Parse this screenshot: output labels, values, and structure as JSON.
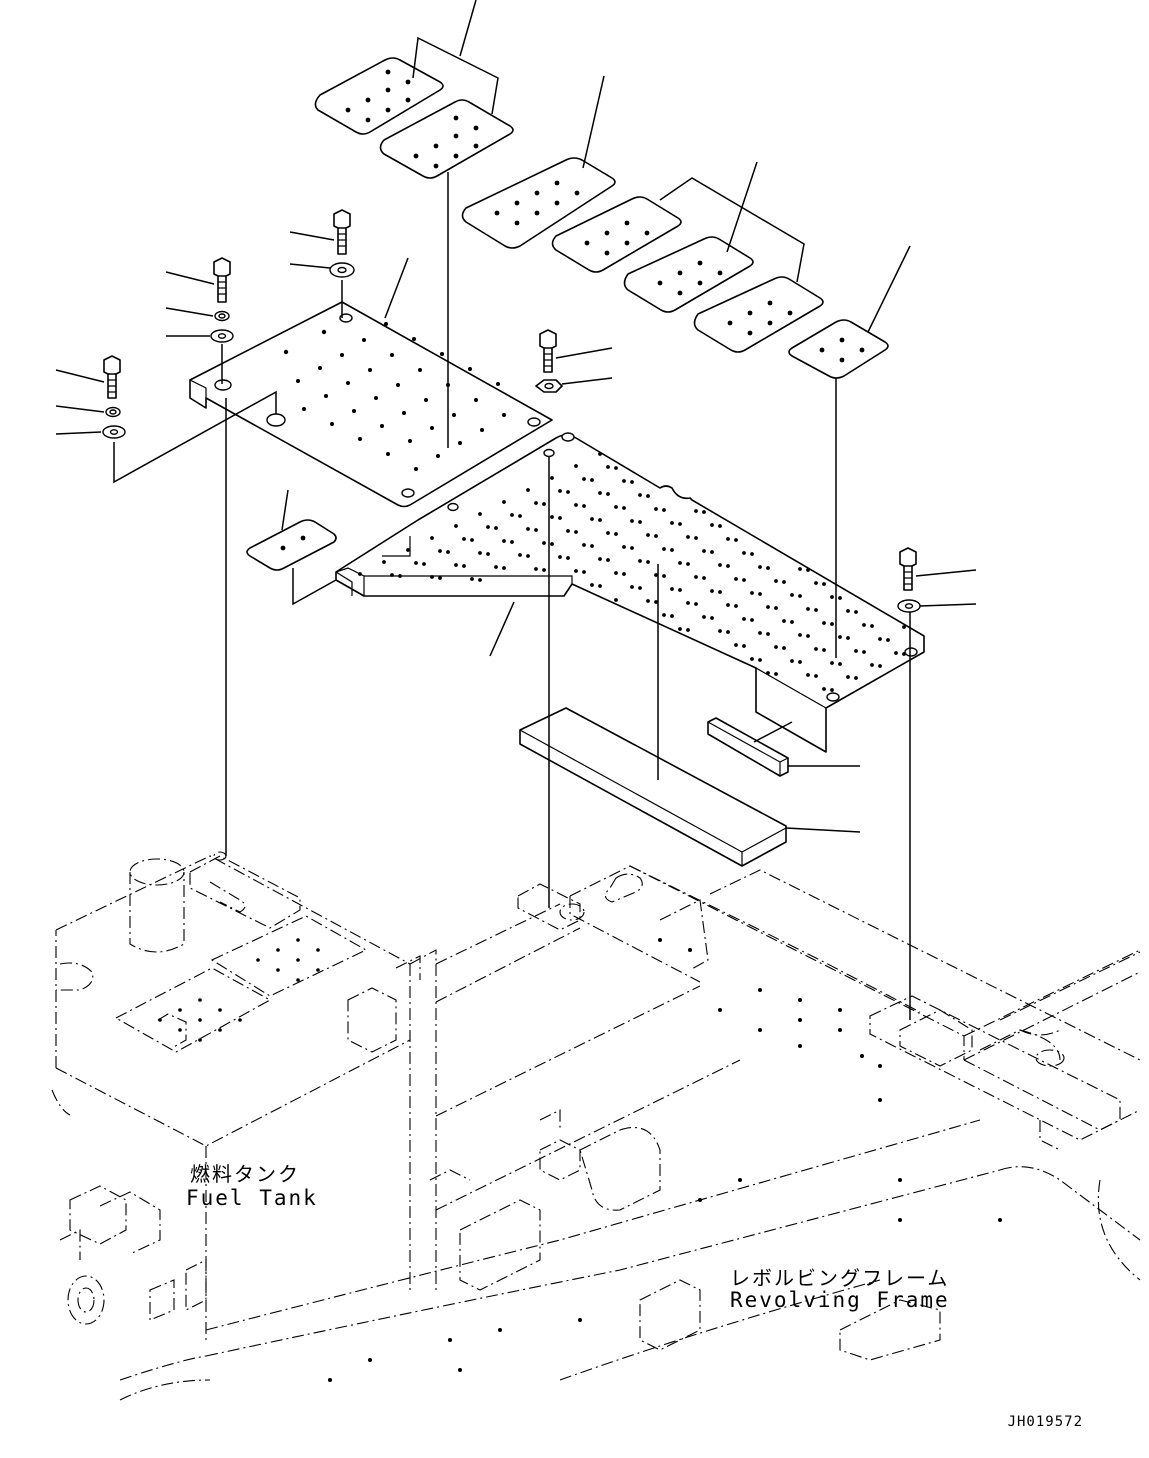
{
  "labels": {
    "fuel_tank_jp": "燃料タンク",
    "fuel_tank_en": "Fuel Tank",
    "revolving_frame_jp": "レボルビングフレーム",
    "revolving_frame_en": "Revolving Frame"
  },
  "drawing_id": "JH019572"
}
